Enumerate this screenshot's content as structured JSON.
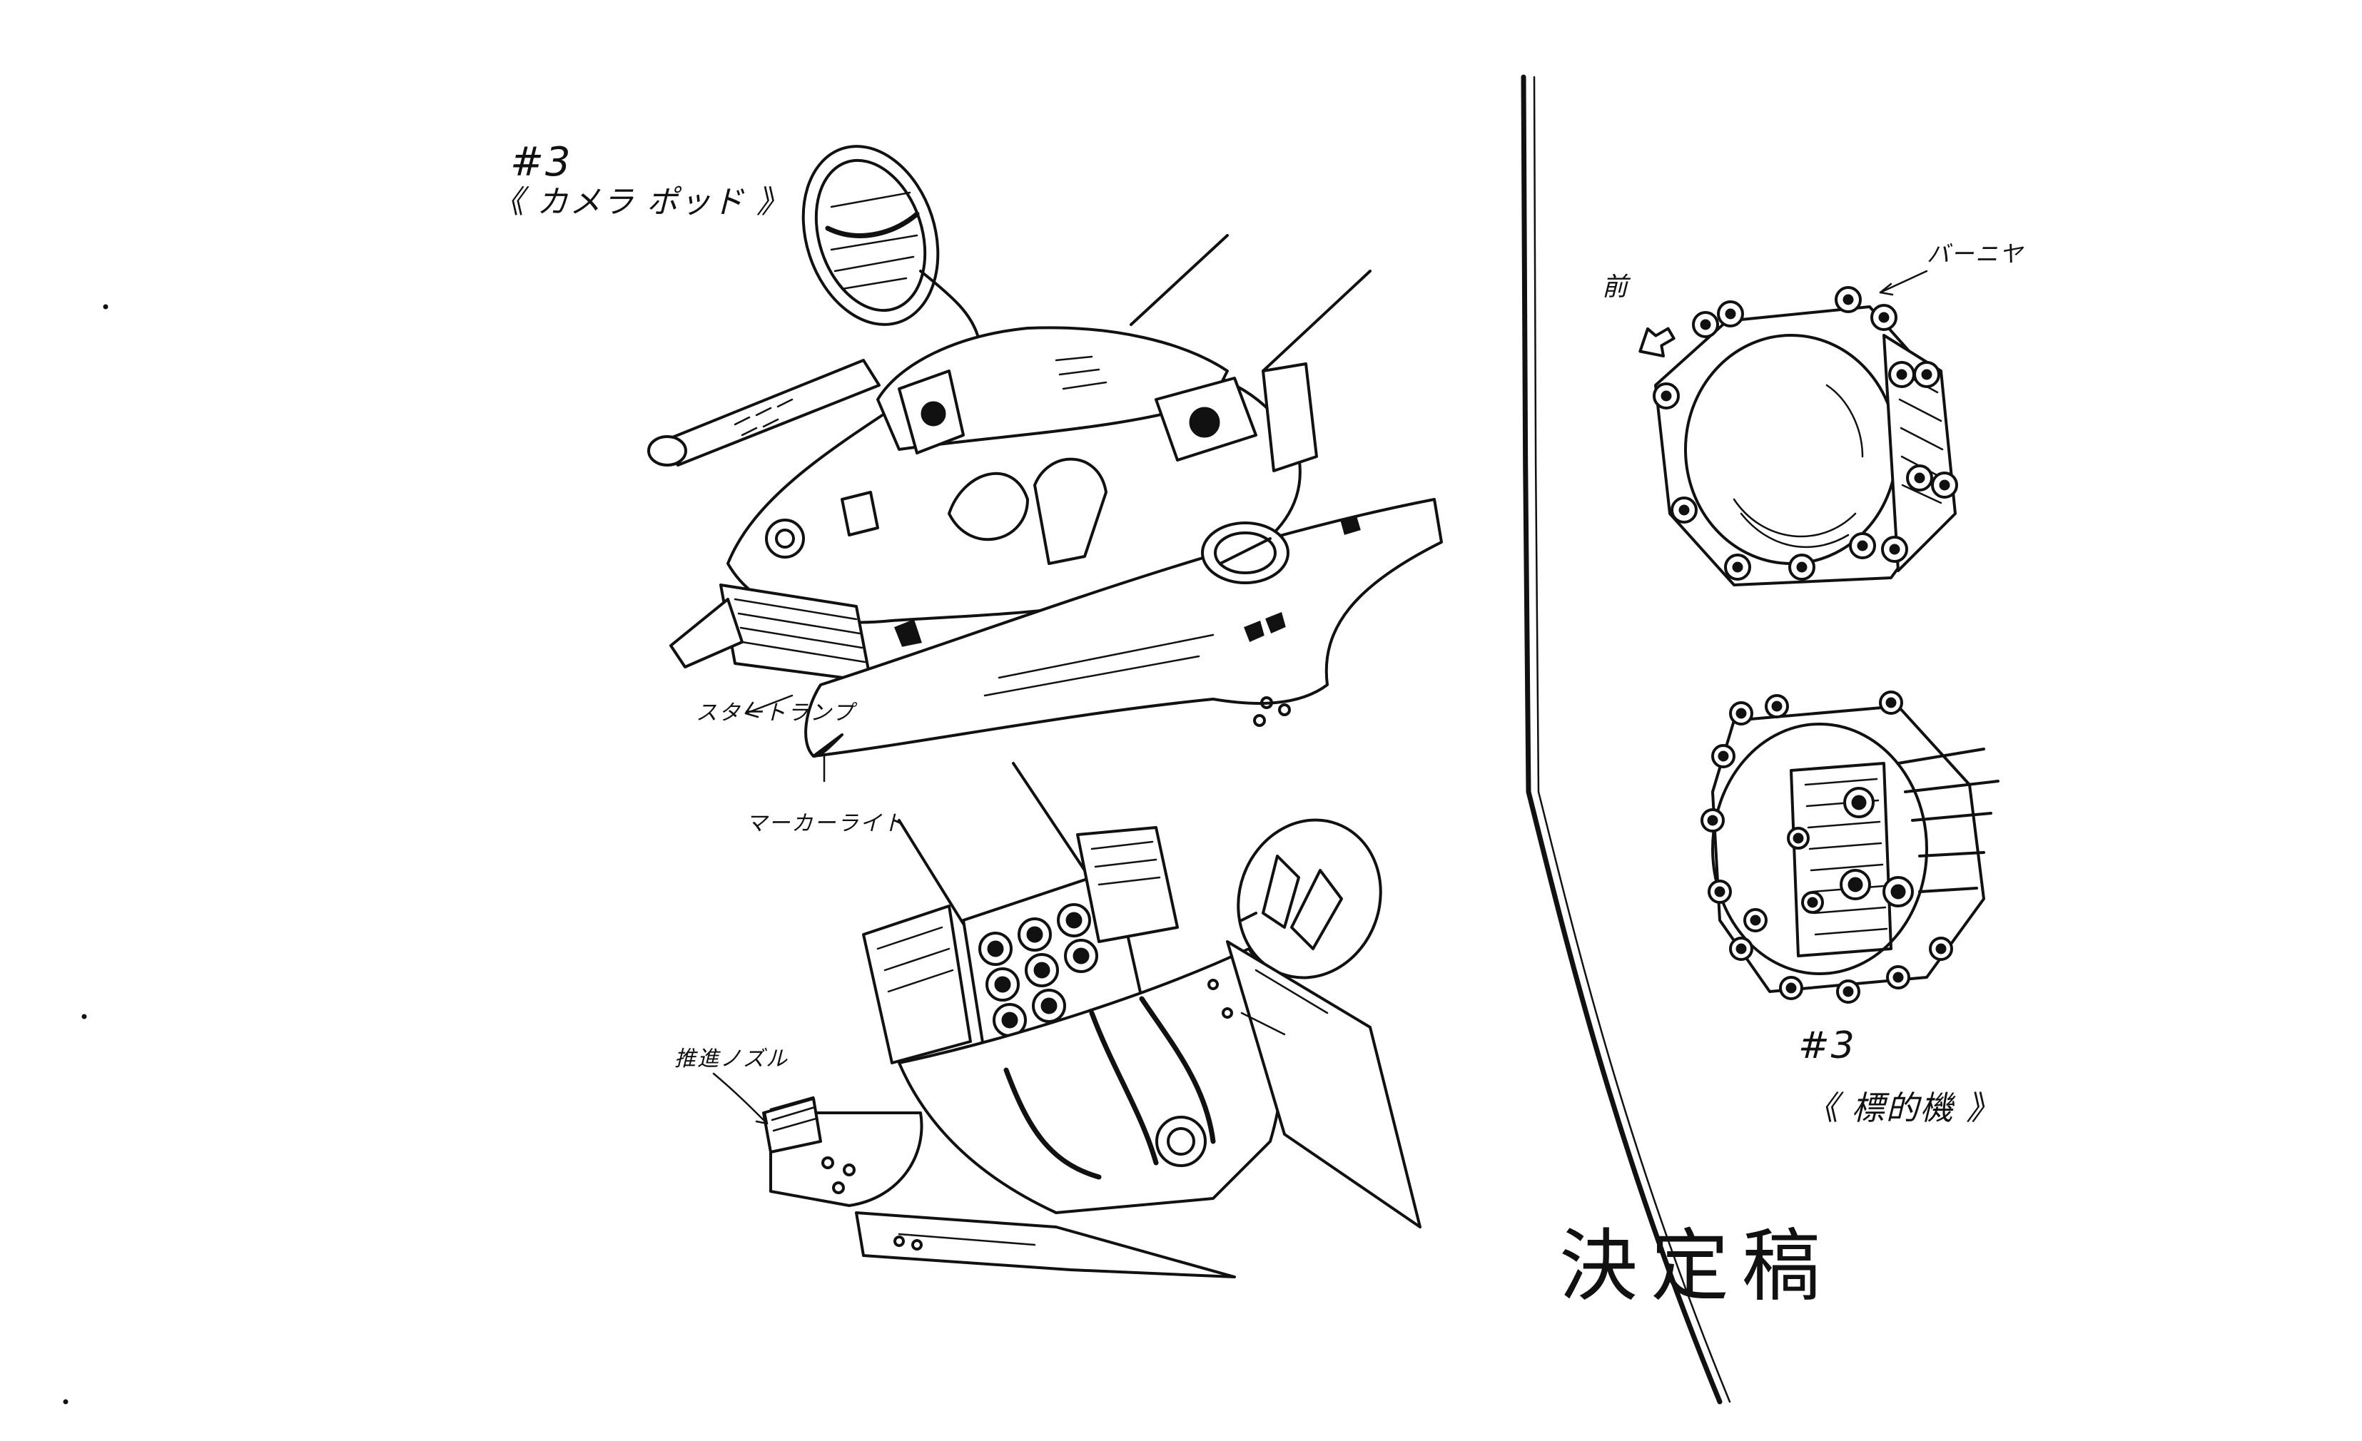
{
  "sheet": {
    "camera_pod": {
      "number": "#3",
      "title": "《 カメラ ポッド 》",
      "callouts": {
        "start_lamp": "スタートランプ",
        "marker_light": "マーカーライト",
        "nozzle": "推進ノズル"
      }
    },
    "target_drone": {
      "number": "#3",
      "title": "《 標的機 》",
      "callouts": {
        "front": "前",
        "burner": "バーニヤ"
      }
    },
    "stamp": "決定稿"
  }
}
